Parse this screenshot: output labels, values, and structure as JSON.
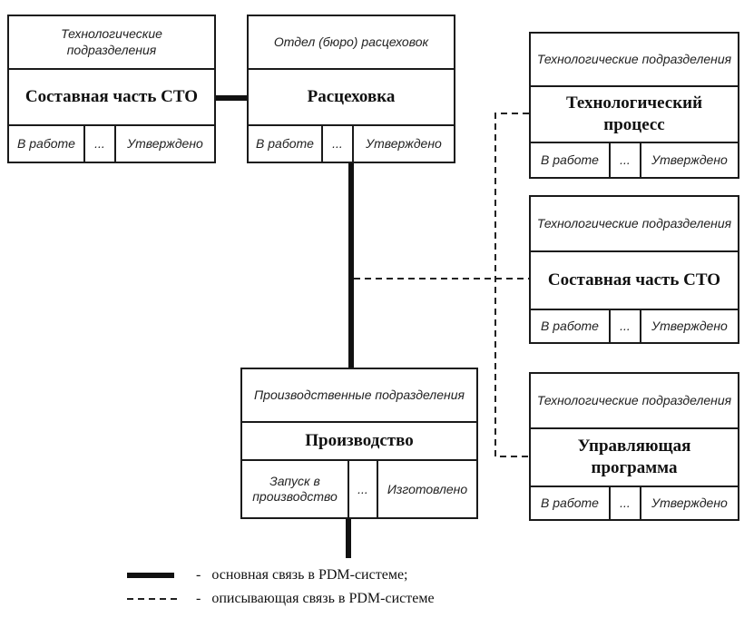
{
  "boxes": [
    {
      "dept": "Технологические подразделения",
      "name": "Составная часть СТО",
      "state_first": "В работе",
      "state_mid": "...",
      "state_last": "Утверждено"
    },
    {
      "dept": "Отдел (бюро) расцеховок",
      "name": "Расцеховка",
      "state_first": "В работе",
      "state_mid": "...",
      "state_last": "Утверждено"
    },
    {
      "dept": "Технологические подразделения",
      "name": "Технологический процесс",
      "state_first": "В работе",
      "state_mid": "...",
      "state_last": "Утверждено"
    },
    {
      "dept": "Технологические подразделения",
      "name": "Составная часть СТО",
      "state_first": "В работе",
      "state_mid": "...",
      "state_last": "Утверждено"
    },
    {
      "dept": "Технологические подразделения",
      "name": "Управляющая программа",
      "state_first": "В работе",
      "state_mid": "...",
      "state_last": "Утверждено"
    },
    {
      "dept": "Производственные подразделения",
      "name": "Производство",
      "state_first": "Запуск в производство",
      "state_mid": "...",
      "state_last": "Изготовлено"
    }
  ],
  "legend": {
    "solid_dash": "-",
    "solid_text": "основная связь в PDM-системе;",
    "dashed_dash": "-",
    "dashed_text": "описывающая связь в PDM-системе"
  }
}
